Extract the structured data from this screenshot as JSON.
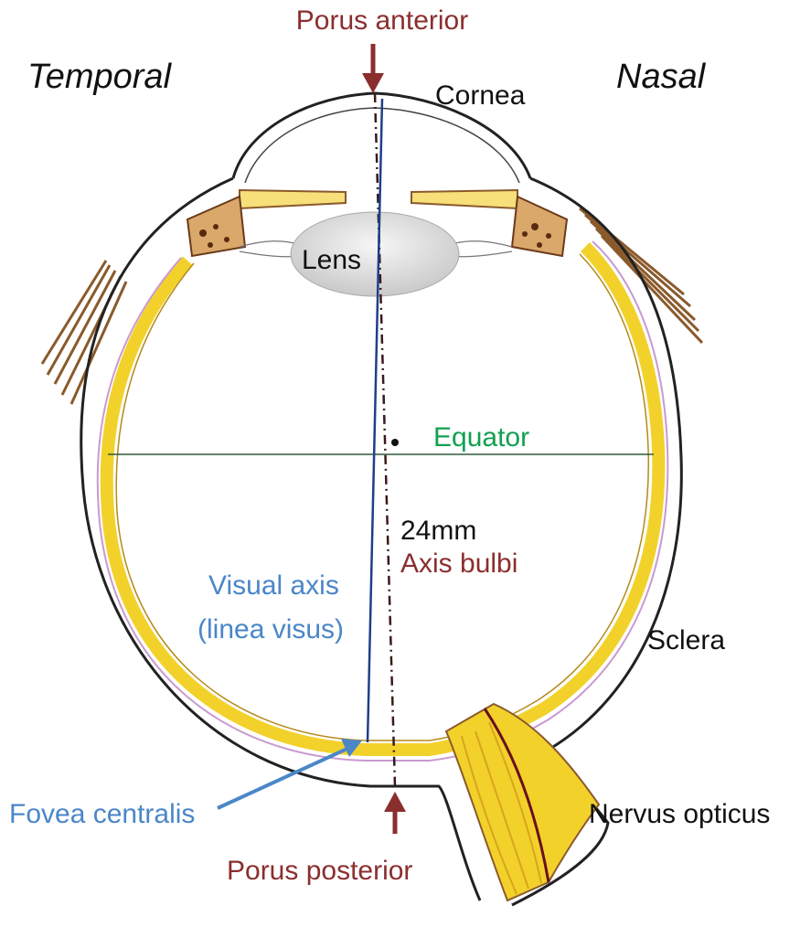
{
  "labels": {
    "porus_anterior": "Porus anterior",
    "temporal": "Temporal",
    "nasal": "Nasal",
    "cornea": "Cornea",
    "lens": "Lens",
    "equator": "Equator",
    "measure": "24mm",
    "axis_bulbi": "Axis bulbi",
    "visual_axis_line1": "Visual axis",
    "visual_axis_line2": "(linea visus)",
    "sclera": "Sclera",
    "fovea_centralis": "Fovea centralis",
    "nervus_opticus": "Nervus opticus",
    "porus_posterior": "Porus posterior"
  },
  "colors": {
    "porus": "#8b2e2e",
    "visual": "#4a86c8",
    "equator": "#12a050",
    "text": "#111111",
    "retina": "#f2d22a",
    "visual_axis_line": "#1f3f8a"
  }
}
